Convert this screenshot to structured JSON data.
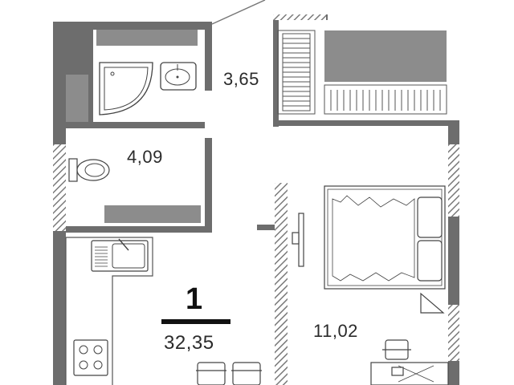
{
  "plan": {
    "rooms_count": "1",
    "total_area": "32,35",
    "room_areas": {
      "balcony": "3,65",
      "bathroom": "4,09",
      "bedroom": "11,02"
    }
  },
  "colors": {
    "wall": "#6d6d6d",
    "furniture": "#8c8c8c",
    "line": "#555555",
    "background": "#ffffff"
  },
  "icons": [
    "shower-icon",
    "sink-icon",
    "toilet-icon",
    "kitchen-sink-icon",
    "stove-icon",
    "bed-icon",
    "radiator-icon",
    "tv-icon",
    "desk-chair-icon",
    "dining-chair-icon"
  ]
}
